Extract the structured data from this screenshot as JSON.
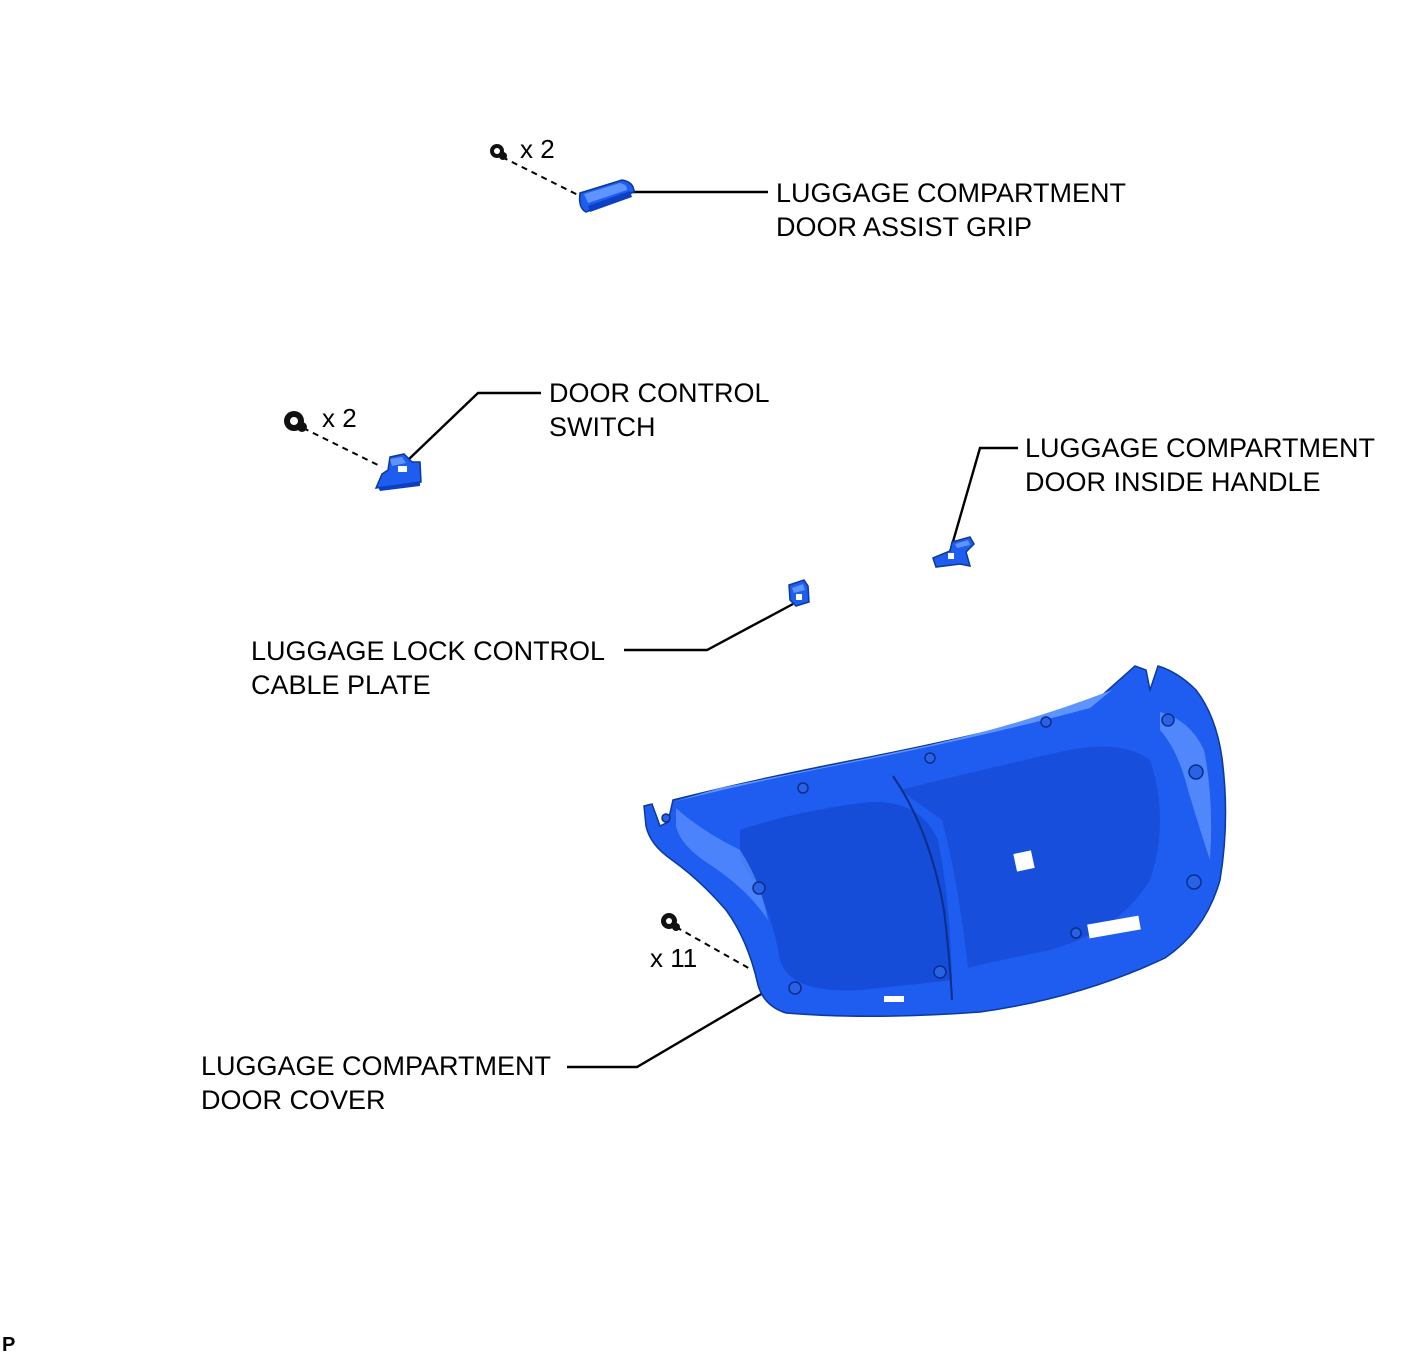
{
  "labels": {
    "assist_grip_line1": "LUGGAGE COMPARTMENT",
    "assist_grip_line2": "DOOR ASSIST GRIP",
    "door_control_switch_line1": "DOOR CONTROL",
    "door_control_switch_line2": "SWITCH",
    "inside_handle_line1": "LUGGAGE COMPARTMENT",
    "inside_handle_line2": "DOOR INSIDE HANDLE",
    "cable_plate_line1": "LUGGAGE LOCK CONTROL",
    "cable_plate_line2": "CABLE PLATE",
    "door_cover_line1": "LUGGAGE COMPARTMENT",
    "door_cover_line2": "DOOR COVER"
  },
  "quantities": {
    "assist_grip_fasteners": "x 2",
    "door_control_switch_fasteners": "x 2",
    "door_cover_fasteners": "x 11"
  },
  "figure_code": "P",
  "colors": {
    "part_fill": "#1f5cf0",
    "part_highlight": "#5d94ff",
    "part_shadow": "#0d3fc4",
    "line": "#000000",
    "background": "#ffffff"
  }
}
